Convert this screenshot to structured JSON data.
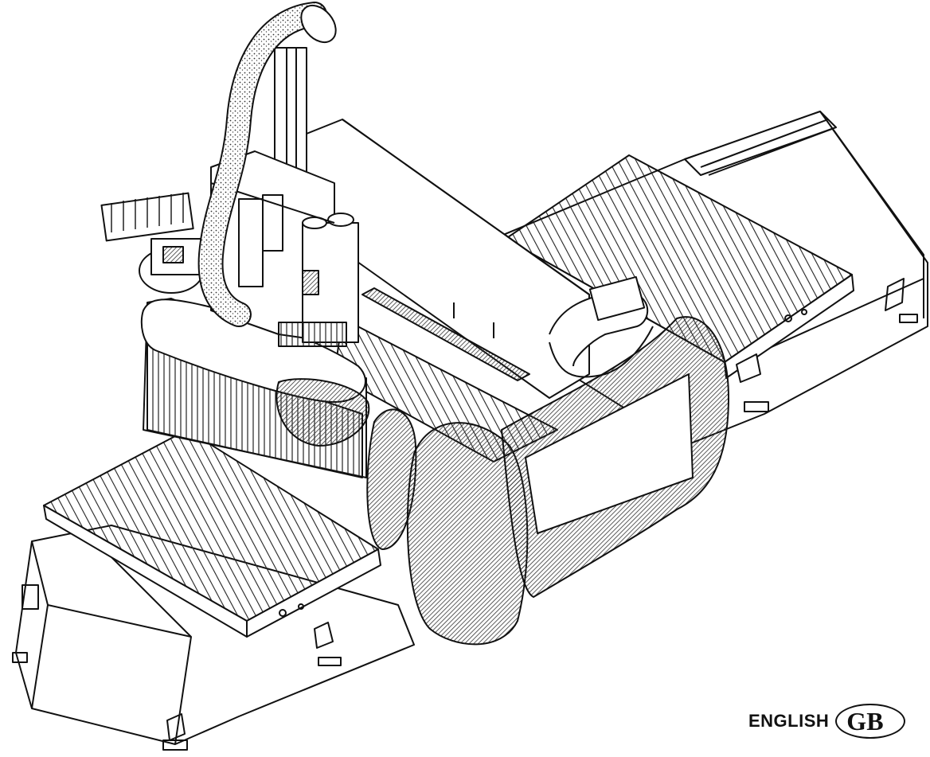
{
  "illustration": {
    "subject": "cnc-machining-centre-line-drawing"
  },
  "language_mark": {
    "label": "ENGLISH",
    "code": "GB"
  },
  "colors": {
    "ink": "#111111",
    "paper": "#ffffff",
    "hatch": "#333333"
  }
}
